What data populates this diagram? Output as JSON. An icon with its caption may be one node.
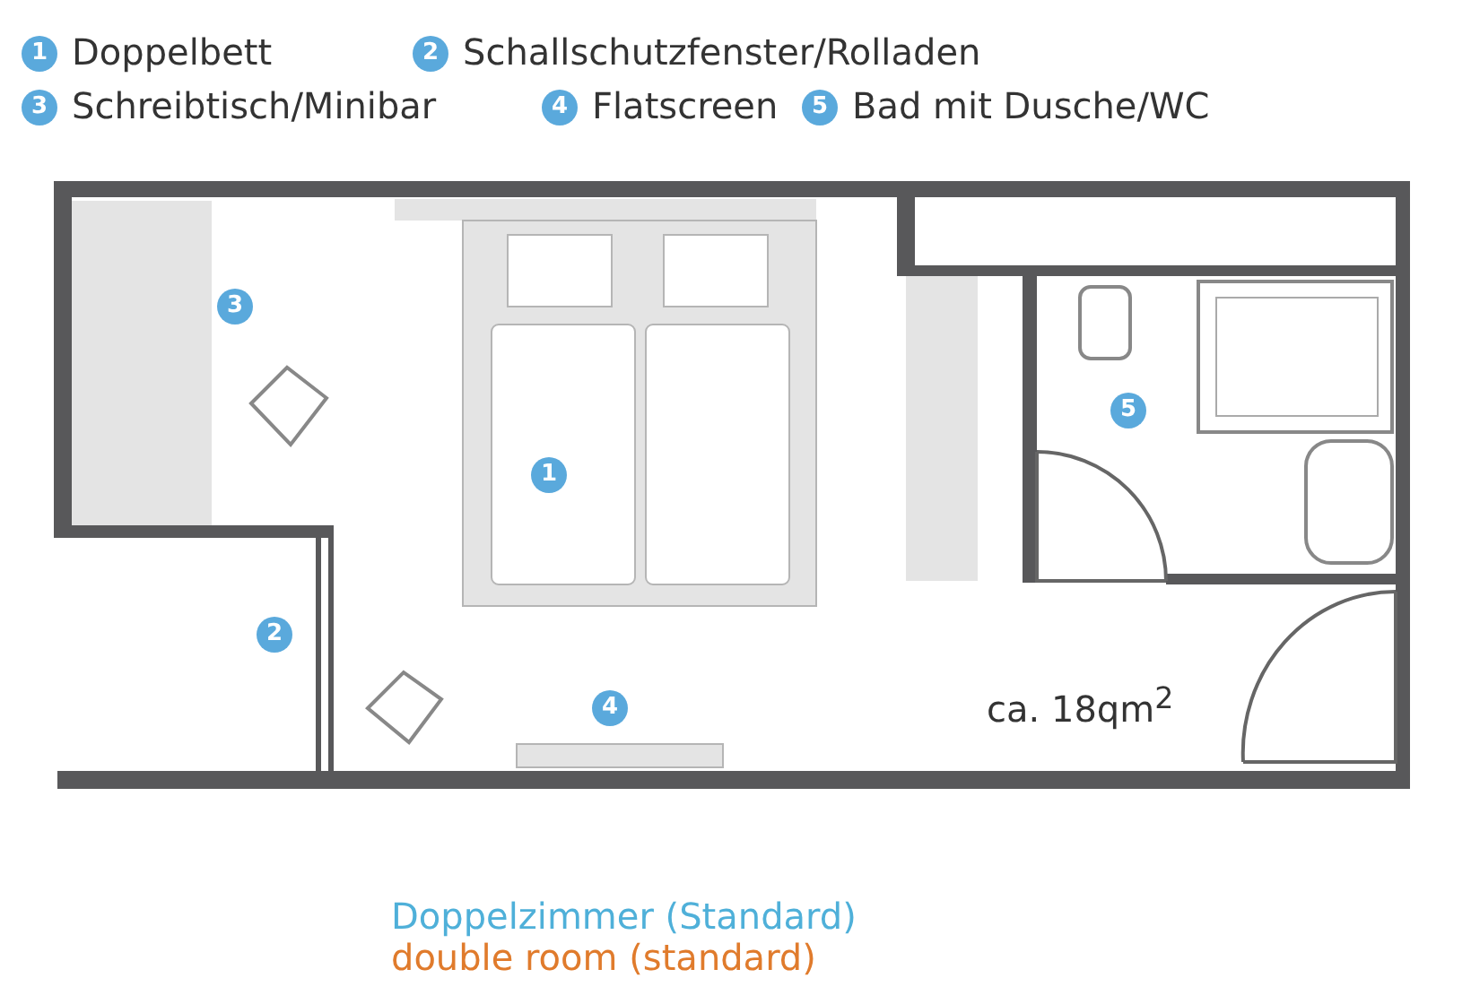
{
  "diagram": {
    "labels": [
      "1",
      "2",
      "3",
      "4",
      "5",
      "3",
      "1",
      "5",
      "2",
      "4",
      "ca. 18qm$^{2}$",
      "Doppelzimmer (Standard)",
      "double room (standard)"
    ],
    "legend": [
      {
        "text": "Doppelbett"
      },
      {
        "text": "Schallschutzfenster/Rolladen"
      },
      {
        "text": "Schreibtisch/Minibar"
      },
      {
        "text": "Flatscreen"
      },
      {
        "text": "Bad mit Dusche/WC"
      }
    ]
  }
}
